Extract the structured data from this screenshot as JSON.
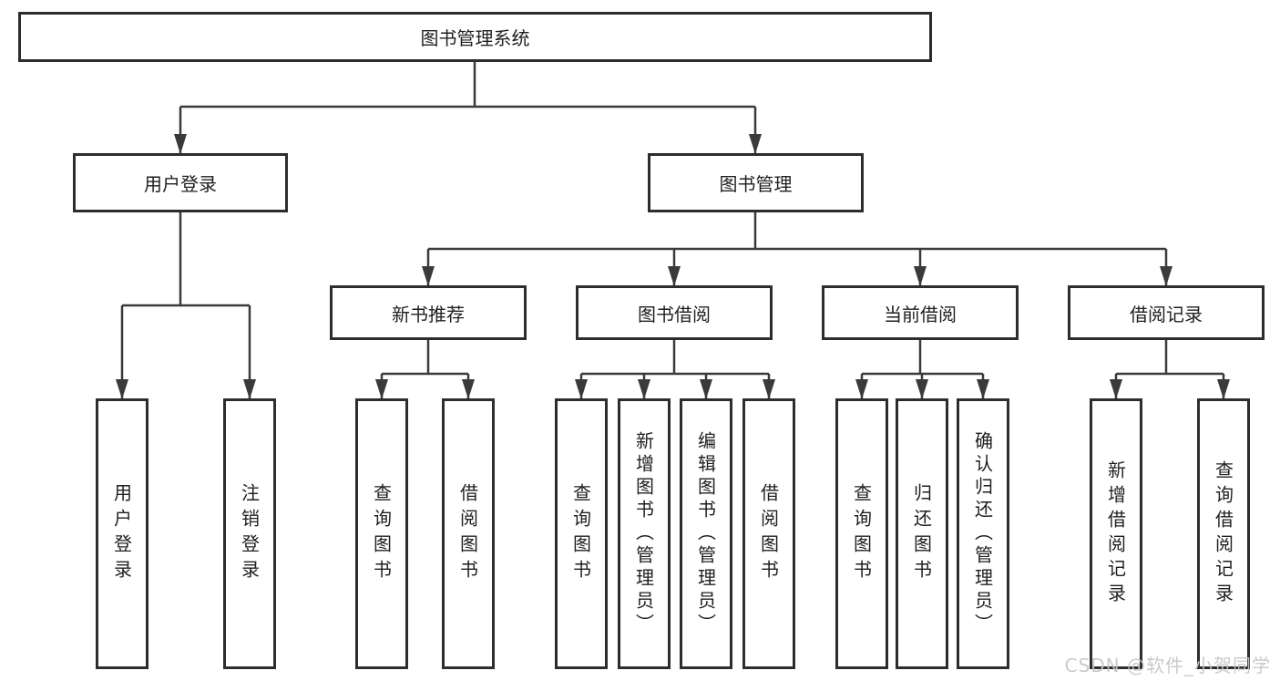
{
  "colors": {
    "line": "#3a3a3a",
    "border": "#2d2d2d",
    "text": "#1f1f1f",
    "watermark": "#c6c6c6",
    "background": "#ffffff"
  },
  "watermark": "CSDN @软件_小贺同学",
  "nodes": {
    "root": {
      "label": "图书管理系统"
    },
    "user_login": {
      "label": "用户登录"
    },
    "book_management": {
      "label": "图书管理"
    },
    "new_book_recommend": {
      "label": "新书推荐"
    },
    "book_borrowing": {
      "label": "图书借阅"
    },
    "current_borrowing": {
      "label": "当前借阅"
    },
    "borrowing_records": {
      "label": "借阅记录"
    },
    "user_login_leaf": {
      "label": "用户登录"
    },
    "logout_leaf": {
      "label": "注销登录"
    },
    "recommend_query_books": {
      "label": "查询图书"
    },
    "recommend_borrow_books": {
      "label": "借阅图书"
    },
    "borrowing_query_books": {
      "label": "查询图书"
    },
    "borrowing_add_books": {
      "label": "新增图书（管理员）"
    },
    "borrowing_edit_books": {
      "label": "编辑图书（管理员）"
    },
    "borrowing_borrow_books": {
      "label": "借阅图书"
    },
    "current_query_books": {
      "label": "查询图书"
    },
    "current_return_books": {
      "label": "归还图书"
    },
    "current_confirm_return": {
      "label": "确认归还（管理员）"
    },
    "records_add_record": {
      "label": "新增借阅记录"
    },
    "records_query_record": {
      "label": "查询借阅记录"
    }
  }
}
